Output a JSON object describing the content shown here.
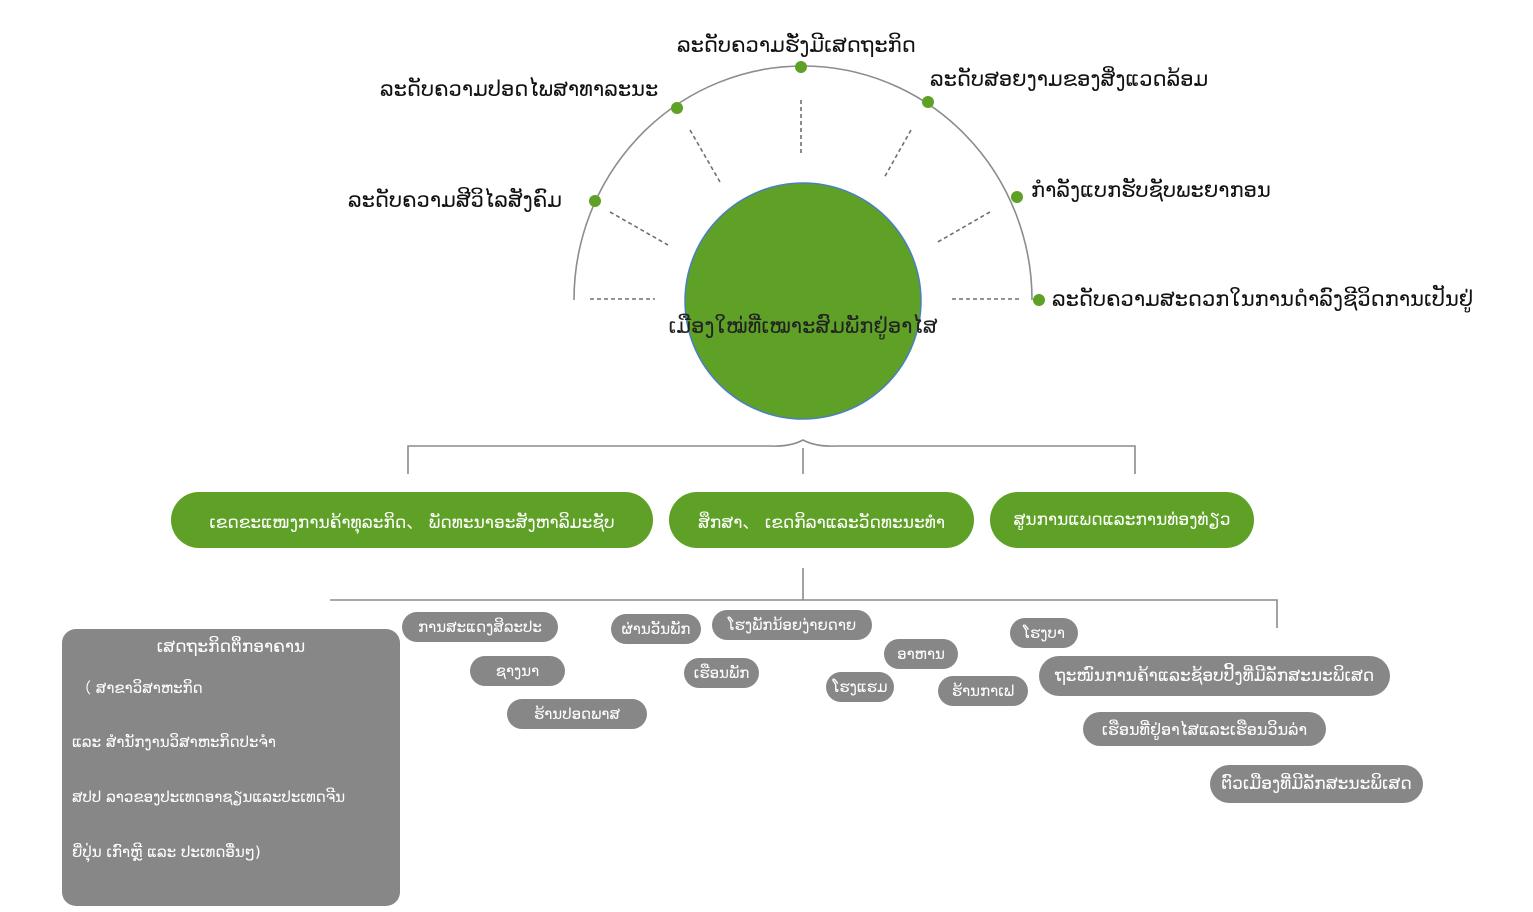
{
  "center": {
    "label": "ເມືອງໃໝ່ທີ່ເໝາະສົມພັກຢູ່ອາໄສ",
    "color": "#5ea126"
  },
  "arc_labels": [
    "ລະດັບຄວາມສີວິໄລສັງຄົມ",
    "ລະດັບຄວາມປອດໄພສາທາລະນະ",
    "ລະດັບຄວາມຮັ່ງມີເສດຖະກິດ",
    "ລະດັບສອຍງາມຂອງສິ່ງແວດລ້ອມ",
    "ກຳລັງແບກຮັບຊັບພະຍາກອນ",
    "ລະດັບຄວາມສະດວກໃນການດຳລົງຊີວິດການເປັນຢູ່"
  ],
  "categories": [
    "ເຂດຂະແໜງການຄ້າທຸລະກິດ、 ພັດທະນາອະສັງຫາລິມະຊັບ",
    "ສຶກສາ、 ເຂດກິລາແລະວັດທະນະທຳ",
    "ສູນການແພດແລະການທ່ອງທ່ຽວ"
  ],
  "panel": {
    "title": "ເສດຖະກິດຕຶກອາຄານ",
    "lines": [
      "（ ສາຂາວິສາຫະກິດ",
      "ແລະ ສຳນັກງານວິສາຫະກິດປະຈຳ",
      "ສປປ ລາວຂອງປະເທດອາຊຽນແລະປະເທດຈີນ",
      "ຍີ່ປຸ່ນ ເກົາຫຼີ ແລະ ປະເທດອື່ນໆ)"
    ]
  },
  "pills": [
    "ການສະແດງສິລະປະ",
    "ຊາງນາ",
    "ຮ້ານປອດພາສ",
    "ຜ່ານວັນພັກ",
    "ໂຮງພັກນ້ອຍງ່າຍດາຍ",
    "ເຮືອນພັກ",
    "ອາຫານ",
    "ໂຮງແຮມ",
    "ຮ້ານກາເຟ",
    "ໂຮງບາ",
    "ຖະໜົນການຄ້າແລະຊ້ອບປິ້ງທີ່ມີລັກສະນະພິເສດ",
    "ເຮືອນທີ່ຢູ່ອາໄສແລະເຮືອນວິນລ່າ",
    "ຕົວເມືອງທີ່ມີລັກສະນະພິເສດ"
  ],
  "colors": {
    "accent": "#5ea126",
    "node": "#5ea126",
    "pill": "#878787",
    "arc": "#8c8c8c",
    "circle_outline": "#4a7fc1"
  }
}
